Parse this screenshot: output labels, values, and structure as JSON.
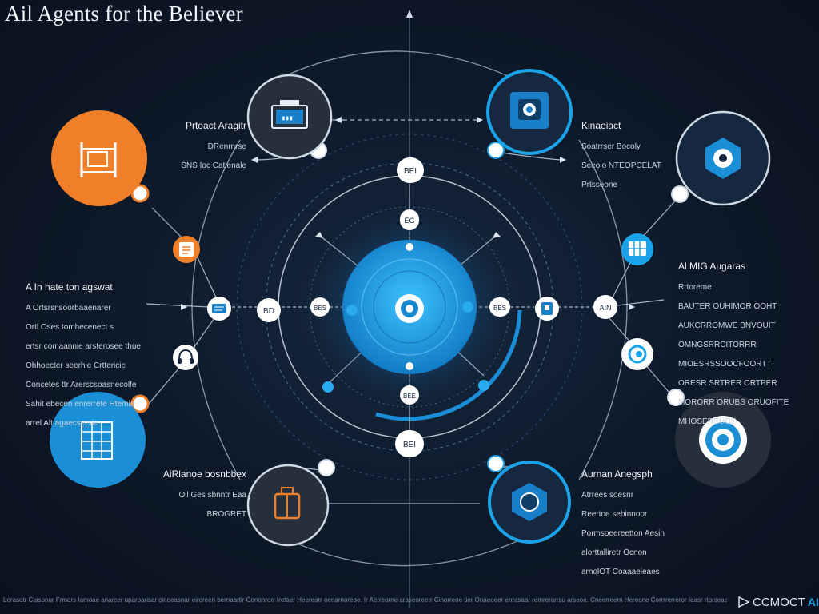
{
  "title": "Ail Agents for the Believer",
  "labels": {
    "top_left": {
      "heading": "Prtoact Aragitr",
      "lines": [
        "DRenrnrse",
        "SNS Ioc Catlenale"
      ]
    },
    "top_right": {
      "heading": "Kinaeiact",
      "lines": [
        "Soatrrser Bocoly",
        "Seeoio NTEOPCELAT",
        "Prtsseone"
      ]
    },
    "mid_left": {
      "heading": "A Ih hate ton agswat",
      "lines": [
        "A Ortsrsnsoorbaaenarer",
        "Ortl Oses tomhecenect s",
        "ertsr comaannie arsterosee thue",
        "Ohhoecter seerhie Crttericie",
        "Concetes ttr Arerscsoasnecolfe",
        "Sahit ebecen enrerrete Htemie",
        "arrel Alt agaecsersie"
      ]
    },
    "mid_right": {
      "heading": "Al MIG Augaras",
      "lines": [
        "Rrtoreme",
        "BAUTER OUHIMOR OOHT",
        "AUKCRROMWE BNVOUIT",
        "OMNGSRRCITORRR",
        "MIOESRSSOOCFOORTT",
        "ORESR SRTRER ORTPER",
        "MORORR ORUBS ORUOFITE",
        "MHOSERRUCE"
      ]
    },
    "bottom_left": {
      "heading": "AiRlanoe bosnbbex",
      "lines": [
        "Oil Ges sbnntr Eaa",
        "BROGRET"
      ]
    },
    "bottom_right": {
      "heading": "Aurnan Anegsph",
      "lines": [
        "Atrrees soesnr",
        "Reertoe sebinnoor",
        "Pormsoeereetton Aesin",
        "alorttalliretr Ocnon",
        "arnolOT Coaaaeieaes"
      ]
    }
  },
  "center_tags": {
    "top1": "BEI",
    "top2": "EG",
    "left_inner": "BES",
    "left_outer": "BD",
    "right_inner": "BES",
    "right_outer": "AIN",
    "bottom1": "BEE",
    "bottom2": "BEI"
  },
  "footer_text": "Lorasotr Ciasonur Frmdrs Iamoae anarcer uparoarisar cinoeasnar eiroreen bernaartir Conohrorr Iretaer Heerearr oenarnorepe. Ir Aerreorne araseoreerr Cinorreoe tier Onaeoeer enrasaar remrerarrsu arseoe. Cneerreern Hereone Corrrrerreror Ieasr rtorseaerr Bearnsnr Irreesiarre Correaer.",
  "brand": {
    "name": "CCMOCT",
    "badge": "AI"
  },
  "colors": {
    "accent": "#1aa3e8",
    "orange": "#f07f2a",
    "background": "#0d1828"
  },
  "icons": {
    "node_top_left": "monitor-icon",
    "node_top_right": "processor-icon",
    "node_left_top": "building-icon",
    "node_left_bottom": "office-building-icon",
    "node_right_top": "hexagon-icon",
    "node_right_bottom": "gear-icon",
    "node_bottom_left": "luggage-icon",
    "node_bottom_right": "chip-icon",
    "hub": "target-icon"
  }
}
